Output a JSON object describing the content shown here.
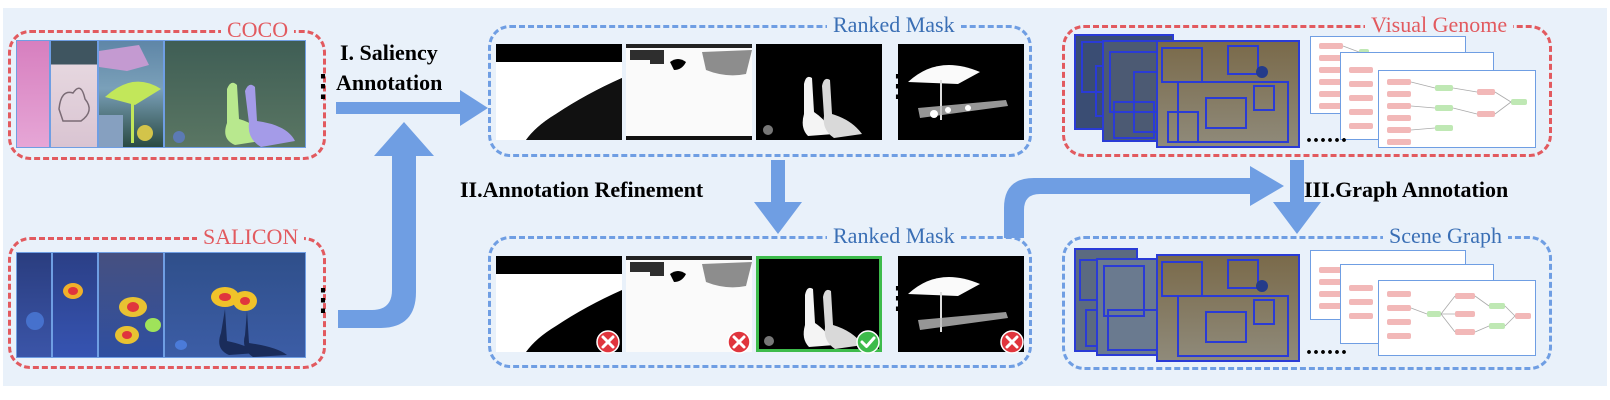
{
  "datasets": {
    "coco": "COCO",
    "salicon": "SALICON",
    "visual_genome": "Visual Genome"
  },
  "panels": {
    "ranked_mask_top": "Ranked Mask",
    "ranked_mask_bottom": "Ranked Mask",
    "scene_graph": "Scene Graph"
  },
  "steps": {
    "saliency_line1": "I. Saliency",
    "saliency_line2": "Annotation",
    "refinement": "II.Annotation  Refinement",
    "graph": "III.Graph Annotation"
  },
  "ellipsis_long": "......",
  "colors": {
    "background": "#e9f1fa",
    "dataset_border": "#e25a5f",
    "process_border": "#6f9ee3",
    "arrow": "#6f9ee3",
    "accept": "#3dbb4b",
    "reject": "#e0353d"
  }
}
